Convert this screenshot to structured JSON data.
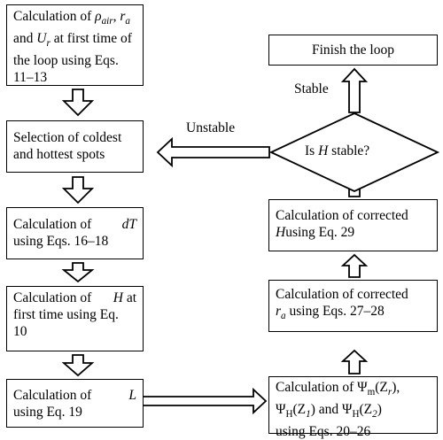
{
  "boxes": {
    "calc_rho": {
      "l1": "Calculation of ",
      "rho": "ρ",
      "rho_sub": "air",
      "comma_r": ", r",
      "r_sub": "a",
      "l2a": "and ",
      "U": "U",
      "U_sub": "r",
      "l2b": " at first time of",
      "l3": "the loop using Eqs.",
      "l4": "11–13"
    },
    "selection": {
      "l1": "Selection of coldest",
      "l2": "and hottest spots"
    },
    "calc_dT": {
      "l1a": "Calculation of",
      "l1b": "dT",
      "l2": "using Eqs. 16–18"
    },
    "calc_H": {
      "l1a": "Calculation of",
      "l1b": "H",
      "l1c": "at",
      "l2": "first time using Eq.",
      "l3": "10"
    },
    "calc_L": {
      "l1a": "Calculation of",
      "l1b": "L",
      "l2": "using Eq. 19"
    },
    "calc_psi": {
      "l1a": "Calculation of Ψ",
      "m": "m",
      "z": "(Z",
      "zr": "r",
      "l1b": "),",
      "ph1": "Ψ",
      "H1": "H",
      "z1": "(Z",
      "z1s": "1",
      "and": ") and Ψ",
      "H2": "H",
      "z2": "(Z",
      "z2s": "2",
      "close": ")",
      "l3": "using Eqs. 20–26"
    },
    "calc_ra": {
      "l1": "Calculation of corrected",
      "ra": "r",
      "ra_sub": "a",
      "l2": " using Eqs. 27–28"
    },
    "calc_Hcorr": {
      "l1": "Calculation of corrected",
      "H": "H",
      "l2": "using Eq. 29"
    },
    "decision": {
      "pre": "Is ",
      "H": "H",
      "post": " stable?"
    },
    "finish": {
      "text": "Finish the loop"
    }
  },
  "labels": {
    "unstable": "Unstable",
    "stable": "Stable"
  }
}
